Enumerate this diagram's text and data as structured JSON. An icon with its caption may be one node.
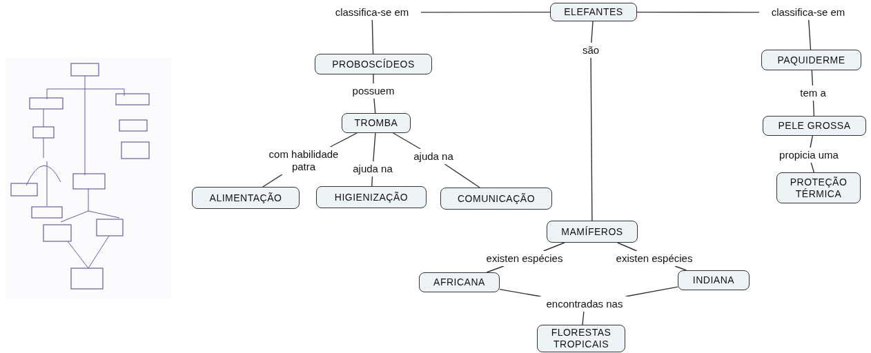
{
  "diagram": {
    "nodes": [
      {
        "text": [
          "ELEFANTES"
        ]
      },
      {
        "text": [
          "classifica-se em"
        ]
      },
      {
        "text": [
          "classifica-se em"
        ]
      },
      {
        "text": [
          "PROBOSCÍDEOS"
        ]
      },
      {
        "text": [
          "possuem"
        ]
      },
      {
        "text": [
          "TROMBA"
        ]
      },
      {
        "text": [
          "com habilidade patra"
        ]
      },
      {
        "text": [
          "ajuda na"
        ]
      },
      {
        "text": [
          "ajuda na"
        ]
      },
      {
        "text": [
          "ALIMENTAÇÃO"
        ]
      },
      {
        "text": [
          "HIGIENIZAÇÃO"
        ]
      },
      {
        "text": [
          "COMUNICAÇÃO"
        ]
      },
      {
        "text": [
          "são"
        ]
      },
      {
        "text": [
          "PAQUIDERME"
        ]
      },
      {
        "text": [
          "tem a"
        ]
      },
      {
        "text": [
          "PELE GROSSA"
        ]
      },
      {
        "text": [
          "propicia uma"
        ]
      },
      {
        "text": [
          "PROTEÇÃO TÉRMICA"
        ]
      },
      {
        "text": [
          "MAMÍFEROS"
        ]
      },
      {
        "text": [
          "existen espécies"
        ]
      },
      {
        "text": [
          "existen espécies"
        ]
      },
      {
        "text": [
          "AFRICANA"
        ]
      },
      {
        "text": [
          "INDIANA"
        ]
      },
      {
        "text": [
          "encontradas nas"
        ]
      },
      {
        "text": [
          "FLORESTAS TROPICAIS"
        ]
      }
    ],
    "edges": [
      {
        "from": 0,
        "to": 1,
        "arrow": "none"
      },
      {
        "from": 1,
        "to": 3,
        "arrow": "none"
      },
      {
        "from": 0,
        "to": 2,
        "arrow": "none"
      },
      {
        "from": 2,
        "to": 13,
        "arrow": "none"
      },
      {
        "from": 3,
        "to": 4,
        "arrow": "none"
      },
      {
        "from": 4,
        "to": 5,
        "arrow": "none"
      },
      {
        "from": 5,
        "to": 6,
        "arrow": "none"
      },
      {
        "from": 6,
        "to": 9,
        "arrow": "none"
      },
      {
        "from": 5,
        "to": 7,
        "arrow": "none"
      },
      {
        "from": 7,
        "to": 10,
        "arrow": "none"
      },
      {
        "from": 5,
        "to": 8,
        "arrow": "none"
      },
      {
        "from": 8,
        "to": 11,
        "arrow": "none"
      },
      {
        "from": 0,
        "to": 12,
        "arrow": "none"
      },
      {
        "from": 12,
        "to": 18,
        "arrow": "none"
      },
      {
        "from": 13,
        "to": 14,
        "arrow": "none"
      },
      {
        "from": 14,
        "to": 15,
        "arrow": "none"
      },
      {
        "from": 15,
        "to": 16,
        "arrow": "none"
      },
      {
        "from": 16,
        "to": 17,
        "arrow": "none"
      },
      {
        "from": 18,
        "to": 19,
        "arrow": "none"
      },
      {
        "from": 19,
        "to": 21,
        "arrow": "none"
      },
      {
        "from": 18,
        "to": 20,
        "arrow": "none"
      },
      {
        "from": 20,
        "to": 22,
        "arrow": "none"
      },
      {
        "from": 21,
        "to": 23,
        "arrow": "none"
      },
      {
        "from": 22,
        "to": 23,
        "arrow": "none"
      },
      {
        "from": 23,
        "to": 24,
        "arrow": "none"
      }
    ]
  }
}
